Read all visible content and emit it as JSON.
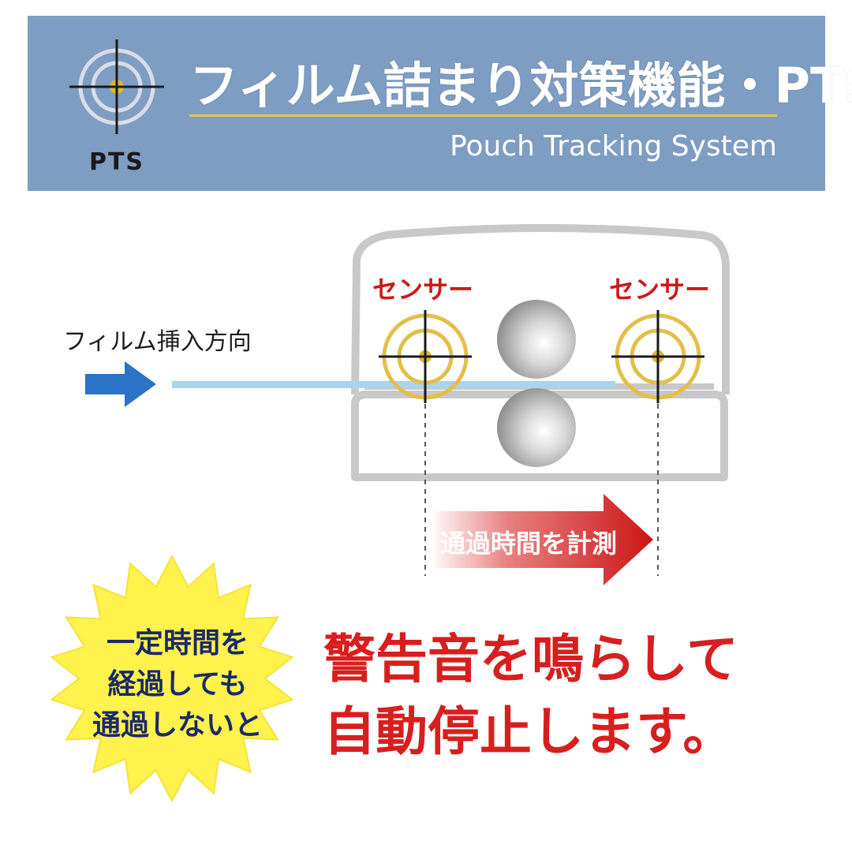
{
  "header": {
    "logo_text": "PTS",
    "title": "フィルム詰まり対策機能・PTS",
    "subtitle": "Pouch Tracking System"
  },
  "diagram": {
    "insert_direction": "フィルム挿入方向",
    "sensor_left": "センサー",
    "sensor_right": "センサー",
    "measure": "通過時間を計測"
  },
  "callout": {
    "lines": [
      "一定時間を",
      "経過しても",
      "通過しないと"
    ]
  },
  "message": {
    "lines": [
      "警告音を鳴らして",
      "自動停止します。"
    ]
  },
  "colors": {
    "header_bg": "#7d9dc3",
    "accent_gold": "#e4c24e",
    "sensor_red": "#cc1a1a",
    "warning_red": "#d81e1e",
    "arrow_blue": "#2b73c4",
    "film_line": "#a9d4ec",
    "burst_yellow": "#fff24d"
  }
}
